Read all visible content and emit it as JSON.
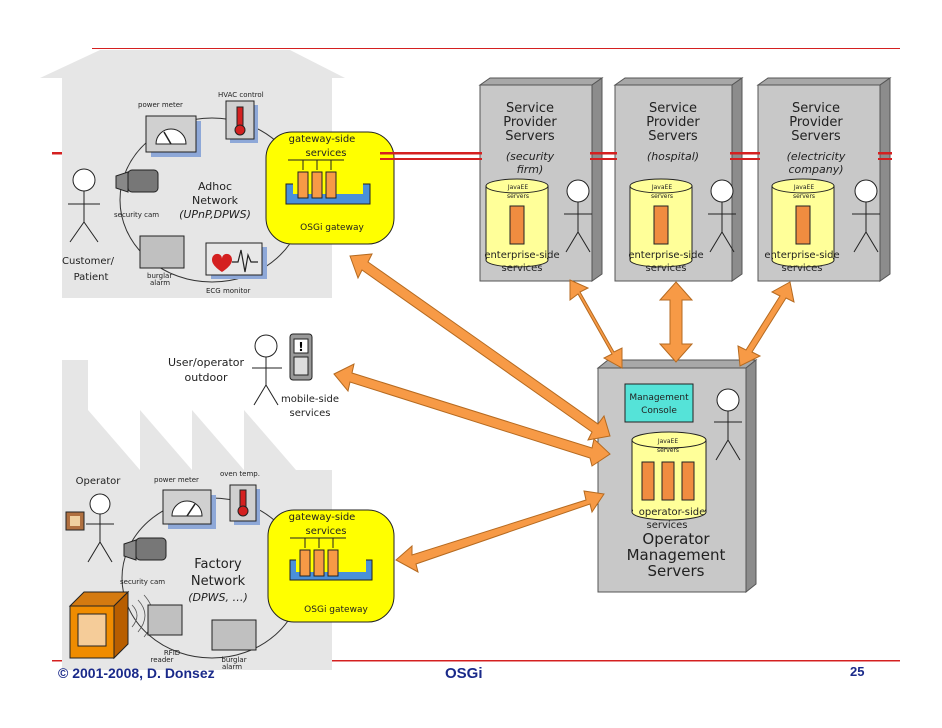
{
  "home": {
    "devices": {
      "power_meter": "power meter",
      "hvac_control": "HVAC control",
      "security_cam": "security cam",
      "burglar_alarm_line1": "burglar",
      "burglar_alarm_line2": "alarm",
      "ecg_monitor": "ECG monitor"
    },
    "network_line1": "Adhoc",
    "network_line2": "Network",
    "network_line3": "(UPnP,DPWS)",
    "actor_line1": "Customer/",
    "actor_line2": "Patient",
    "gateway": {
      "services_line1": "gateway-side",
      "services_line2": "services",
      "label": "OSGi gateway"
    }
  },
  "factory": {
    "devices": {
      "power_meter": "power meter",
      "oven_temp": "oven temp.",
      "security_cam": "security   cam",
      "rfid_line1": "RFID",
      "rfid_line2": "reader",
      "burglar_alarm_line1": "burglar",
      "burglar_alarm_line2": "alarm"
    },
    "network_line1": "Factory",
    "network_line2": "Network",
    "network_line3": "(DPWS, …)",
    "actor": "Operator",
    "gateway": {
      "services_line1": "gateway-side",
      "services_line2": "services",
      "label": "OSGi gateway"
    }
  },
  "mobile": {
    "user_line1": "User/operator",
    "user_line2": "outdoor",
    "services_line1": "mobile-side",
    "services_line2": "services"
  },
  "provider_servers": [
    {
      "line1": "Service",
      "line2": "Provider",
      "line3": "Servers",
      "sub1": "(security",
      "sub2": "firm)",
      "db1": "JavaEE",
      "db2": "servers",
      "side1": "enterprise-side",
      "side2": "services"
    },
    {
      "line1": "Service",
      "line2": "Provider",
      "line3": "Servers",
      "sub1": "(hospital)",
      "sub2": "",
      "db1": "JavaEE",
      "db2": "servers",
      "side1": "enterprise-side",
      "side2": "services"
    },
    {
      "line1": "Service",
      "line2": "Provider",
      "line3": "Servers",
      "sub1": "(electricity",
      "sub2": "company)",
      "db1": "JavaEE",
      "db2": "servers",
      "side1": "enterprise-side",
      "side2": "services"
    }
  ],
  "operator_server": {
    "console_line1": "Management",
    "console_line2": "Console",
    "db1": "JavaEE",
    "db2": "servers",
    "side1": "operator-side",
    "side2": "services",
    "title1": "Operator",
    "title2": "Management",
    "title3": "Servers"
  },
  "footer": {
    "copyright": "© 2001-2008, D. Donsez",
    "title": "OSGi",
    "page": "25"
  },
  "colors": {
    "accent_red": "#d42020",
    "arrow_orange": "#f79a46",
    "gateway_yellow": "#ffff00",
    "db_yellow": "#ffff99",
    "server_gray": "#c8c8c8",
    "console_teal": "#55e3d8",
    "footer_blue": "#1a2a8a"
  }
}
